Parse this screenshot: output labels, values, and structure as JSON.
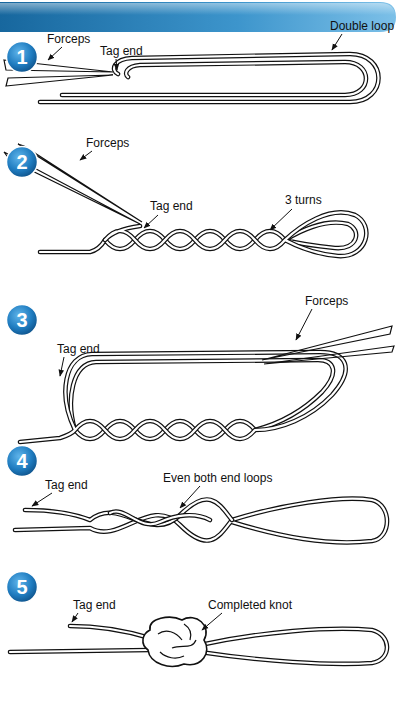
{
  "diagram": {
    "nodes": [
      {
        "text": [
          "1"
        ]
      },
      {
        "text": [
          "2"
        ]
      },
      {
        "text": [
          "3"
        ]
      },
      {
        "text": [
          "4"
        ]
      },
      {
        "text": [
          "5"
        ]
      }
    ],
    "labels": [
      "Forceps",
      "Tag end",
      "Double loop",
      "Forceps",
      "Tag end",
      "3 turns",
      "Forceps",
      "Tag end",
      "Tag end",
      "Even both end loops",
      "Tag end",
      "Completed knot"
    ]
  }
}
